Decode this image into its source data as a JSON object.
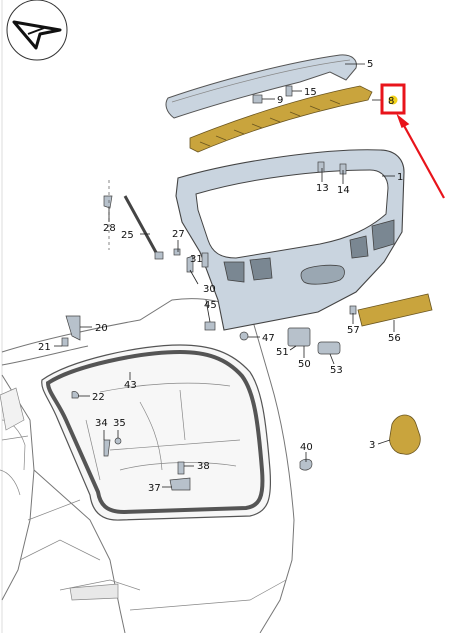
{
  "diagram": {
    "highlight_color": "#e8141b",
    "part_color": "#c9a43d",
    "panel_color": "#c9d4df",
    "labels": {
      "p1": "1",
      "p3": "3",
      "p5": "5",
      "p8": "8",
      "p9": "9",
      "p13": "13",
      "p14": "14",
      "p15": "15",
      "p20": "20",
      "p21": "21",
      "p22": "22",
      "p25": "25",
      "p27": "27",
      "p28": "28",
      "p30": "30",
      "p31": "31",
      "p34": "34",
      "p35": "35",
      "p37": "37",
      "p38": "38",
      "p40": "40",
      "p43": "43",
      "p45": "45",
      "p47": "47",
      "p50": "50",
      "p51": "51",
      "p53": "53",
      "p56": "56",
      "p57": "57"
    }
  }
}
